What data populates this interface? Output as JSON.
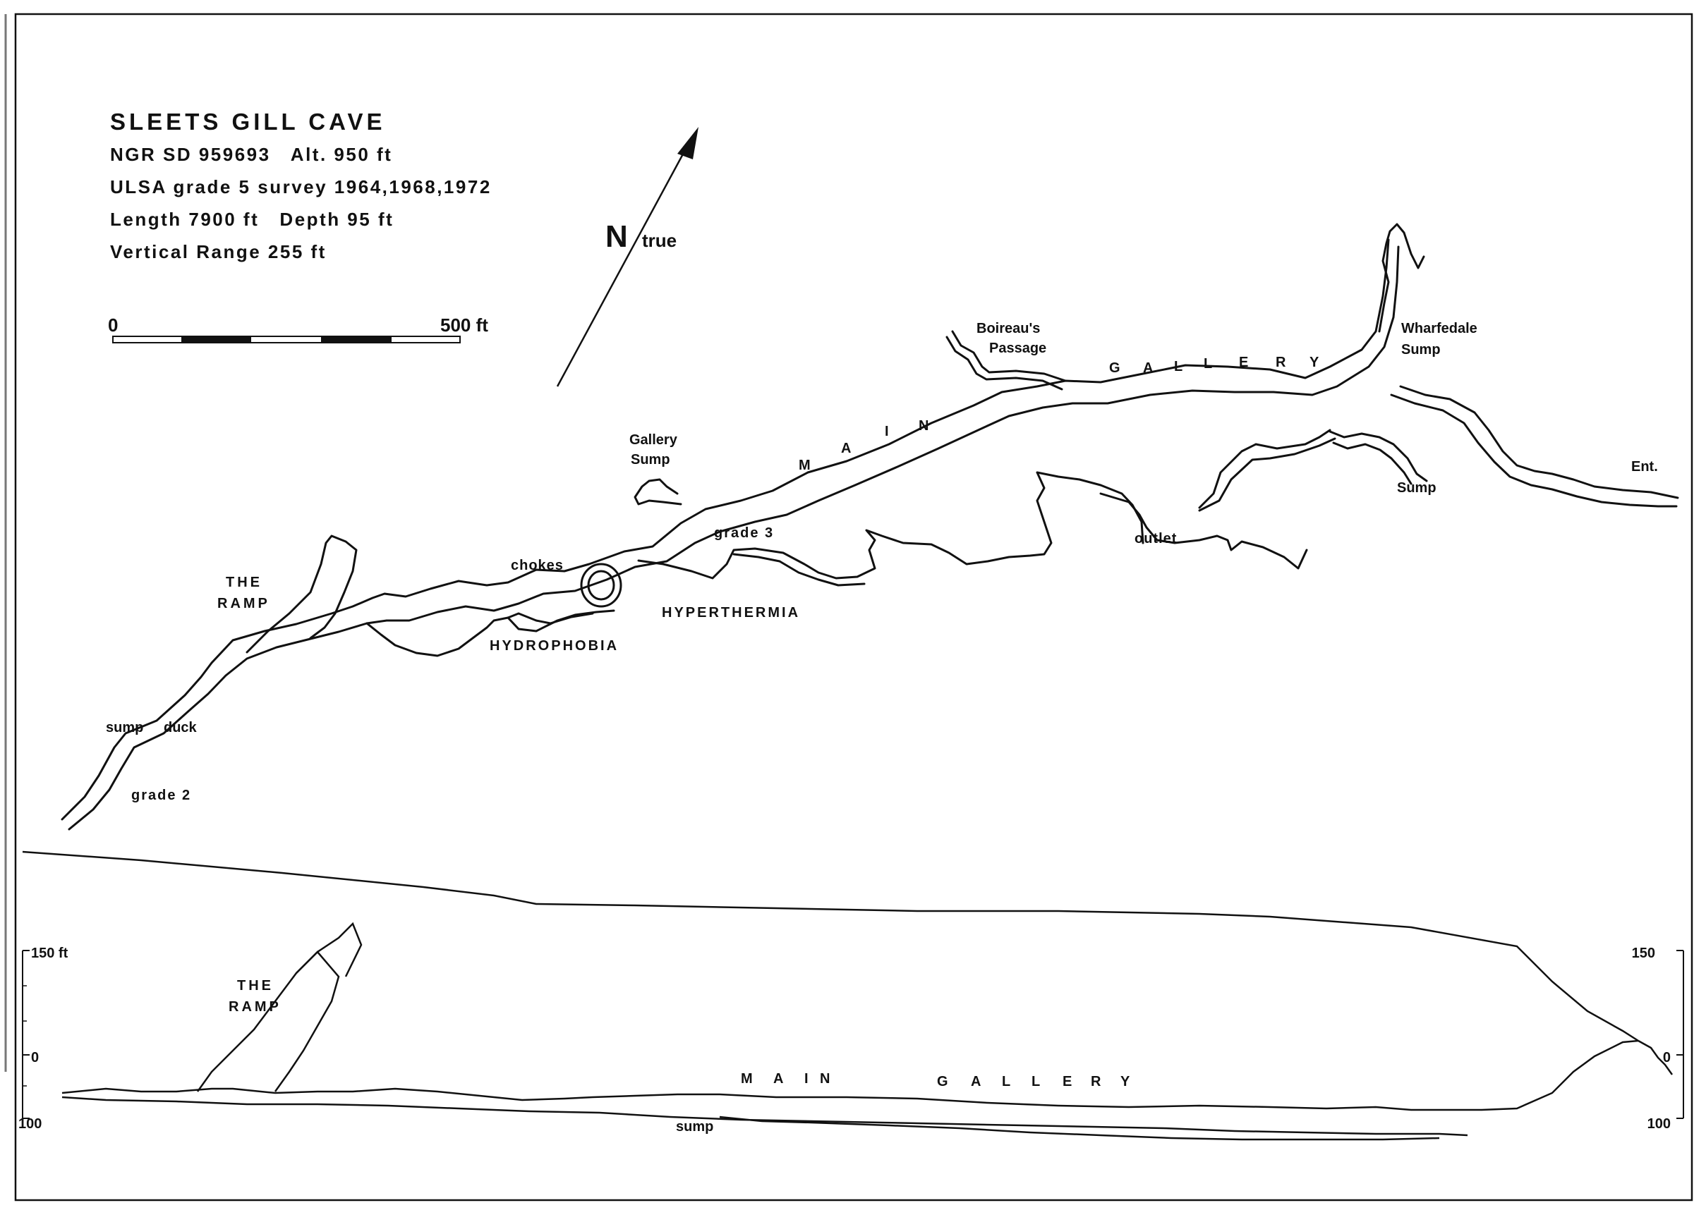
{
  "title_block": {
    "title": "SLEETS GILL CAVE",
    "ngr": "NGR SD 959693   Alt. 950 ft",
    "survey": "ULSA grade 5 survey 1964,1968,1972",
    "length_depth": "Length 7900 ft   Depth 95 ft",
    "vertical_range": "Vertical Range 255 ft"
  },
  "scale_bar": {
    "start_label": "0",
    "end_label": "500 ft",
    "length_ft": 500,
    "divisions": 5
  },
  "north_arrow": {
    "letter": "N",
    "qualifier": "true"
  },
  "plan_labels": {
    "the_ramp_1": "THE",
    "the_ramp_2": "RAMP",
    "sump": "sump",
    "duck": "duck",
    "grade_2": "grade 2",
    "hydrophobia": "HYDROPHOBIA",
    "chokes": "chokes",
    "hyperthermia": "HYPERTHERMIA",
    "grade_3": "grade 3",
    "gallery_sump_1": "Gallery",
    "gallery_sump_2": "Sump",
    "main_letters": [
      "M",
      "A",
      "I",
      "N"
    ],
    "gallery_letters": [
      "G",
      "A",
      "L",
      "L",
      "E",
      "R",
      "Y"
    ],
    "boireau_1": "Boireau's",
    "boireau_2": "Passage",
    "wharfedale_1": "Wharfedale",
    "wharfedale_2": "Sump",
    "sump_right": "Sump",
    "outlet": "outlet",
    "entrance": "Ent."
  },
  "section_labels": {
    "the_ramp_1": "THE",
    "the_ramp_2": "RAMP",
    "main_gallery_letters": [
      "M",
      "A",
      "I",
      "N"
    ],
    "gallery_letters": [
      "G",
      "A",
      "L",
      "L",
      "E",
      "R",
      "Y"
    ],
    "sump": "sump"
  },
  "section_axes": {
    "left": [
      "150 ft",
      "0",
      "100"
    ],
    "right": [
      "150",
      "0",
      "100"
    ],
    "levels_ft": [
      150,
      0,
      -100
    ]
  },
  "colors": {
    "ink": "#111111",
    "paper": "#ffffff"
  }
}
